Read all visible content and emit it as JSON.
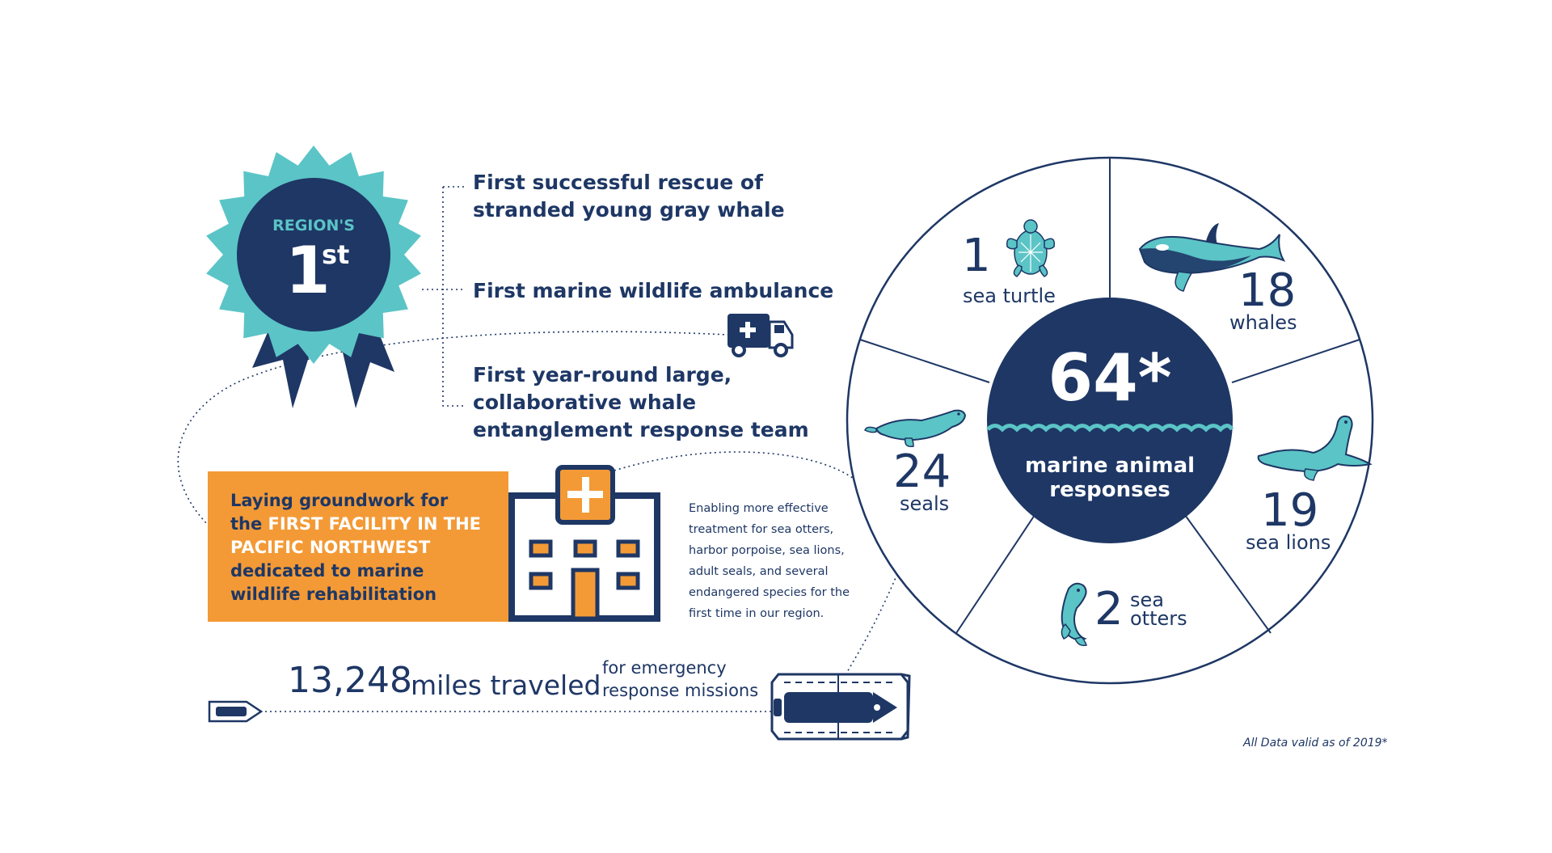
{
  "badge": {
    "line1": "REGION'S",
    "number": "1",
    "suffix": "st"
  },
  "firsts": [
    {
      "lines": [
        "First successful rescue of",
        "stranded young gray whale"
      ]
    },
    {
      "lines": [
        "First marine wildlife ambulance"
      ]
    },
    {
      "lines": [
        "First year-round large,",
        "collaborative whale",
        "entanglement response team"
      ]
    }
  ],
  "facility": {
    "line1": "Laying groundwork for",
    "line2_prefix": "the ",
    "line2_highlight": "FIRST FACILITY IN THE",
    "line3_highlight": "PACIFIC NORTHWEST",
    "line4": "dedicated to marine",
    "line5": "wildlife rehabilitation"
  },
  "enabling": [
    "Enabling more effective",
    "treatment for sea otters,",
    "harbor porpoise, sea lions,",
    "adult seals, and several",
    "endangered species for the",
    "first time in our region."
  ],
  "miles": {
    "number": "13,248",
    "label": "miles traveled",
    "sub1": "for emergency",
    "sub2": "response missions"
  },
  "wheel": {
    "center_number": "64*",
    "center_line1": "marine animal",
    "center_line2": "responses",
    "segments": [
      {
        "count": "1",
        "label": "sea turtle",
        "icon": "sea-turtle-icon"
      },
      {
        "count": "18",
        "label": "whales",
        "icon": "orca-icon"
      },
      {
        "count": "19",
        "label": "sea lions",
        "icon": "sea-lion-icon"
      },
      {
        "count": "2",
        "label_line1": "sea",
        "label_line2": "otters",
        "icon": "sea-otter-icon"
      },
      {
        "count": "24",
        "label": "seals",
        "icon": "seal-icon"
      }
    ]
  },
  "footnote": "All Data valid as of 2019*",
  "colors": {
    "navy": "#1e3765",
    "teal": "#5bc4c6",
    "orange": "#f39a36",
    "white": "#ffffff"
  }
}
